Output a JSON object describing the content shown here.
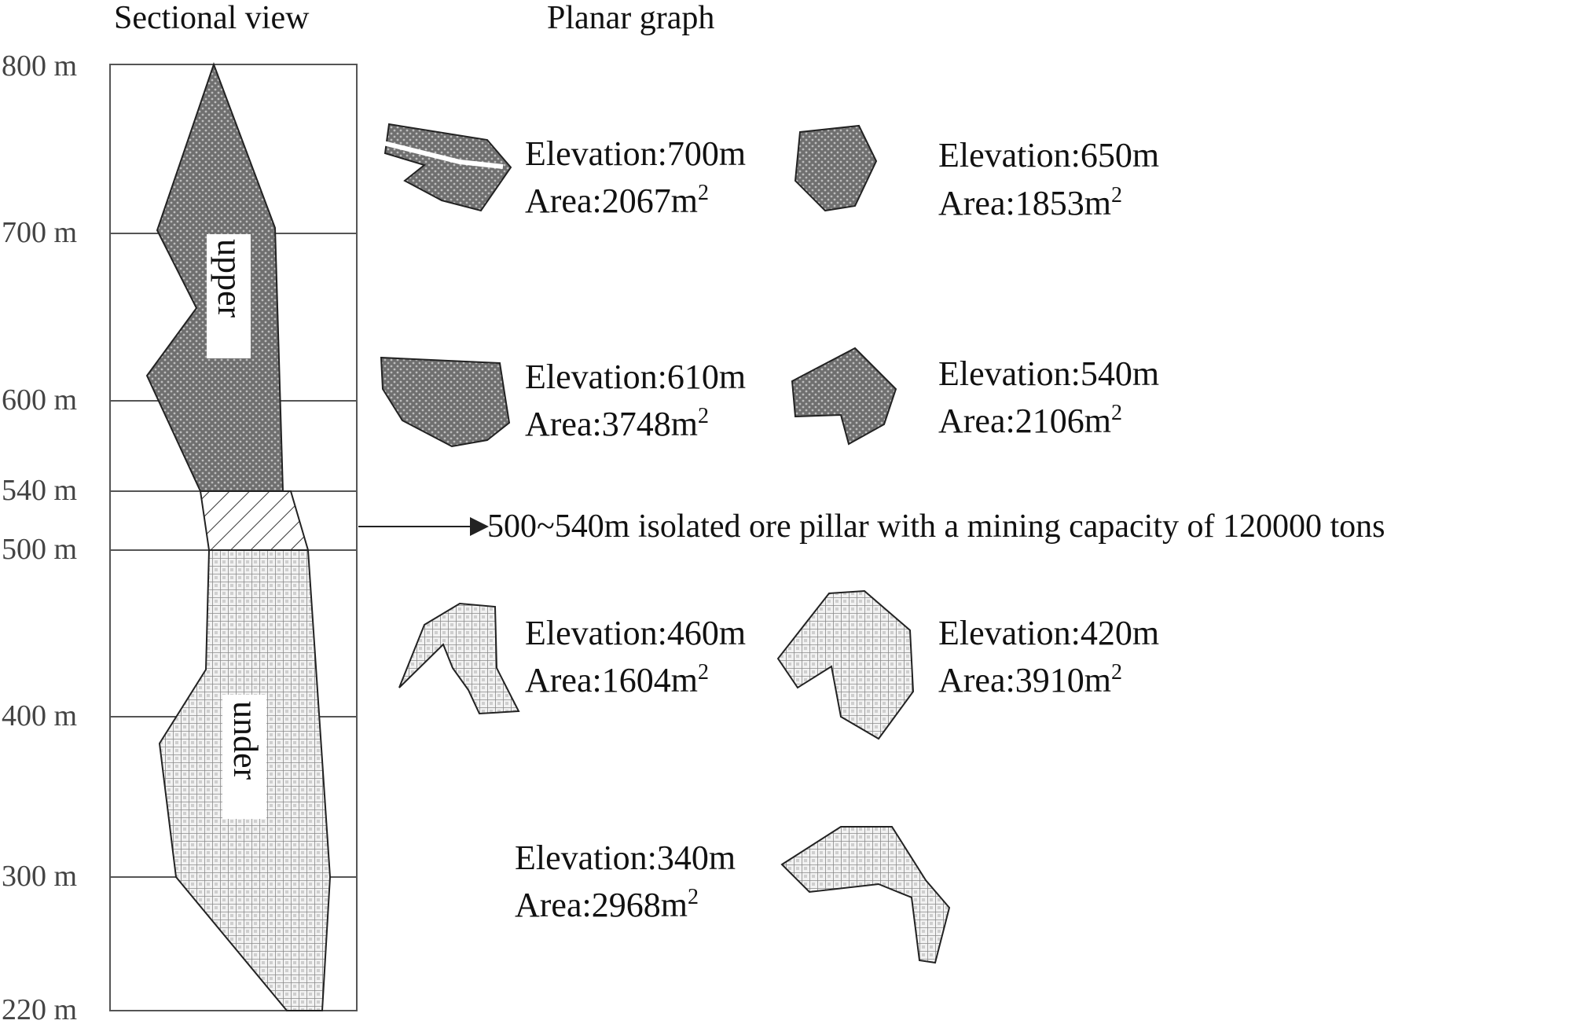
{
  "headers": {
    "section_title": "Sectional view",
    "plan_title": "Planar graph"
  },
  "elevation_ticks": [
    "800 m",
    "700 m",
    "600 m",
    "540 m",
    "500 m",
    "400 m",
    "300 m",
    "220 m"
  ],
  "zones": {
    "upper": "upper",
    "under": "under"
  },
  "pillar_note": "500~540m isolated ore pillar with a mining capacity of 120000 tons",
  "plan_sections": [
    {
      "elevation": "Elevation:700m",
      "area": "Area:2067m",
      "unit_sup": "2",
      "zone": "upper"
    },
    {
      "elevation": "Elevation:650m",
      "area": "Area:1853m",
      "unit_sup": "2",
      "zone": "upper"
    },
    {
      "elevation": "Elevation:610m",
      "area": "Area:3748m",
      "unit_sup": "2",
      "zone": "upper"
    },
    {
      "elevation": "Elevation:540m",
      "area": "Area:2106m",
      "unit_sup": "2",
      "zone": "upper"
    },
    {
      "elevation": "Elevation:460m",
      "area": "Area:1604m",
      "unit_sup": "2",
      "zone": "under"
    },
    {
      "elevation": "Elevation:420m",
      "area": "Area:3910m",
      "unit_sup": "2",
      "zone": "under"
    },
    {
      "elevation": "Elevation:340m",
      "area": "Area:2968m",
      "unit_sup": "2",
      "zone": "under"
    }
  ],
  "colors": {
    "upper_fill": "#6f6f6f",
    "lower_fill": "#e6e6e6",
    "outline": "#222222",
    "grid_line": "#555555"
  }
}
